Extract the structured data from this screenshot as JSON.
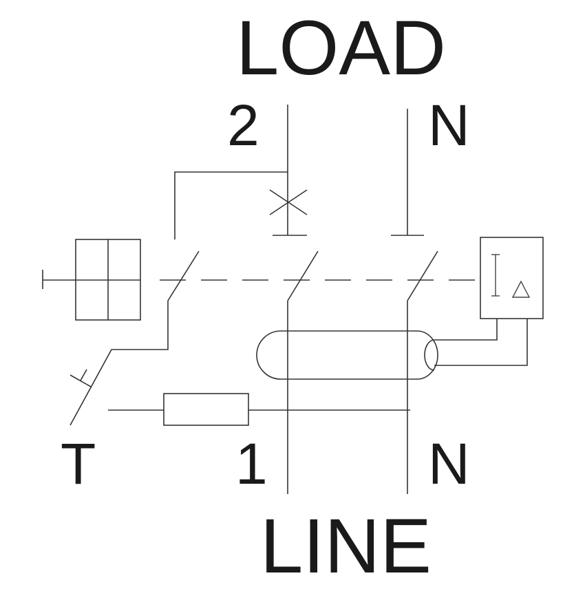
{
  "labels": {
    "load": "LOAD",
    "line": "LINE",
    "load_phase": "2",
    "load_neutral": "N",
    "line_phase": "1",
    "line_neutral": "N",
    "test": "T"
  },
  "colors": {
    "stroke": "#333333",
    "text": "#1a1a1a",
    "background": "#ffffff"
  },
  "symbols": [
    "trip-mechanism-box",
    "residual-current-relay-box",
    "toroid-transformer",
    "test-resistor",
    "test-button",
    "overcurrent-trip-cross"
  ]
}
